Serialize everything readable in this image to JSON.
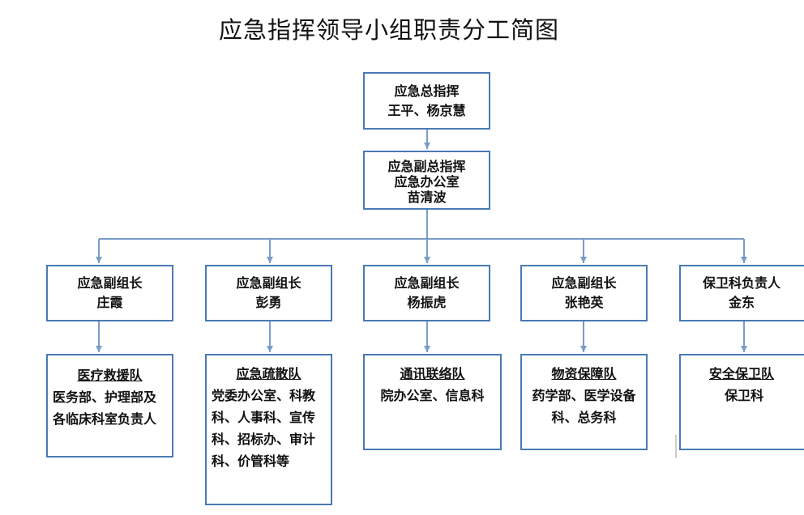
{
  "title": "应急指挥领导小组职责分工简图",
  "commander": {
    "role": "应急总指挥",
    "names": "王平、杨京慧"
  },
  "deputy": {
    "role": "应急副总指挥",
    "office": "应急办公室",
    "name": "苗清波"
  },
  "leaders": [
    {
      "role": "应急副组长",
      "name": "庄霞"
    },
    {
      "role": "应急副组长",
      "name": "彭勇"
    },
    {
      "role": "应急副组长",
      "name": "杨振虎"
    },
    {
      "role": "应急副组长",
      "name": "张艳英"
    },
    {
      "role": "保卫科负责人",
      "name": "金东"
    }
  ],
  "teams": [
    {
      "name": "医疗救援队",
      "members": "医务部、护理部及各临床科室负责人"
    },
    {
      "name": "应急疏散队",
      "members": "党委办公室、科教科、人事科、宣传科、招标办、审计科、价管科等"
    },
    {
      "name": "通讯联络队",
      "members": "院办公室、信息科"
    },
    {
      "name": "物资保障队",
      "members": "药学部、医学设备科、总务科"
    },
    {
      "name": "安全保卫队",
      "members": "保卫科"
    }
  ],
  "colors": {
    "border": "#4a7ab4",
    "connector": "#7a9cc9"
  }
}
